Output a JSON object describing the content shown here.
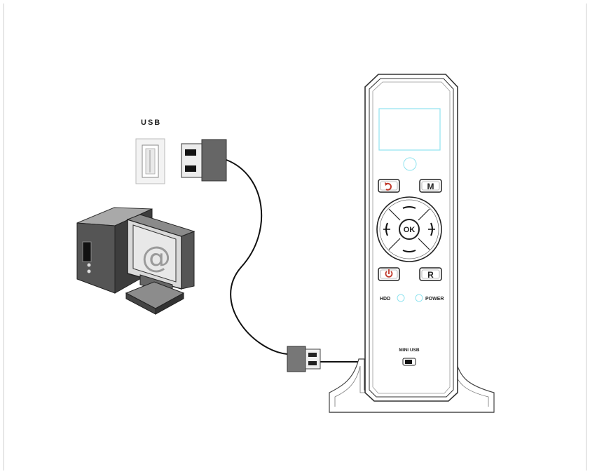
{
  "labels": {
    "usb": "USB",
    "computer_symbol": "@",
    "ok_button": "OK",
    "m_button": "M",
    "r_button": "R",
    "hdd": "HDD",
    "power": "POWER",
    "mini_usb": "MINI USB"
  },
  "colors": {
    "button_red": "#c0392b",
    "display_outline": "#8fe3ef",
    "plug_dark": "#666666",
    "plug_light": "#cfcfcf"
  }
}
